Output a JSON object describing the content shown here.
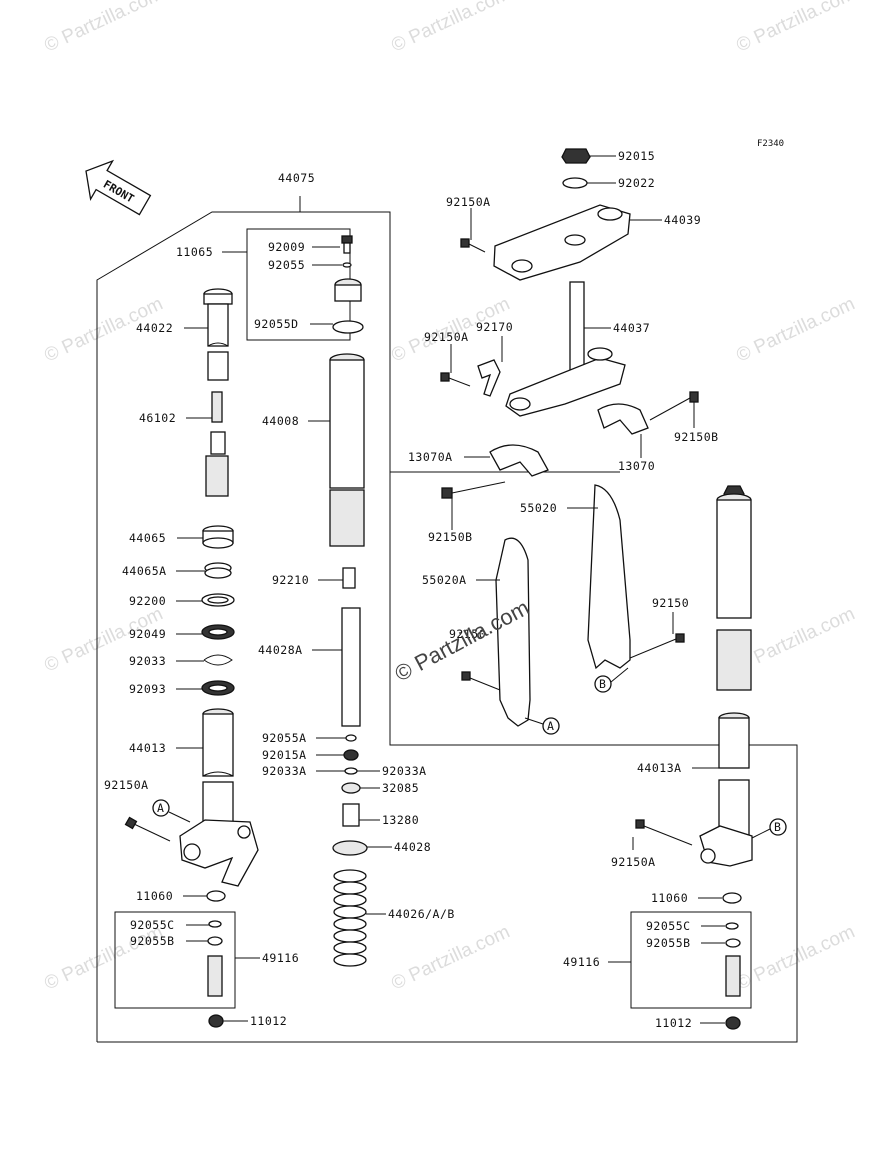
{
  "diagram": {
    "ref_code": "F2340",
    "front_label": "FRONT",
    "watermark_text": "© Partzilla.com",
    "center_watermark": "© Partzilla.com",
    "callouts": {
      "A": "A",
      "B": "B"
    },
    "part_labels": {
      "p44075": "44075",
      "p11065": "11065",
      "p92009": "92009",
      "p92055": "92055",
      "p92055D": "92055D",
      "p44022": "44022",
      "p46102": "46102",
      "p44008": "44008",
      "p44065": "44065",
      "p44065A": "44065A",
      "p92200": "92200",
      "p92049": "92049",
      "p92033": "92033",
      "p92093": "92093",
      "p92210": "92210",
      "p44028A": "44028A",
      "p92055A": "92055A",
      "p92015A": "92015A",
      "p92033A_l": "92033A",
      "p92033A_r": "92033A",
      "p32085": "32085",
      "p13280": "13280",
      "p44028": "44028",
      "p44026": "44026/A/B",
      "p44013": "44013",
      "p92150A_l": "92150A",
      "p11060_l": "11060",
      "p92055C_l": "92055C",
      "p92055B_l": "92055B",
      "p49116_l": "49116",
      "p11012_l": "11012",
      "p92015": "92015",
      "p92022": "92022",
      "p92150A_t": "92150A",
      "p44039": "44039",
      "p92170": "92170",
      "p92150A_m": "92150A",
      "p44037": "44037",
      "p92150B_r": "92150B",
      "p13070A": "13070A",
      "p13070": "13070",
      "p92150B_m": "92150B",
      "p55020": "55020",
      "p55020A": "55020A",
      "p92150": "92150",
      "p92150_hidden": "92150",
      "p44013A": "44013A",
      "p92150A_r": "92150A",
      "p11060_r": "11060",
      "p92055C_r": "92055C",
      "p92055B_r": "92055B",
      "p49116_r": "49116",
      "p11012_r": "11012"
    }
  }
}
